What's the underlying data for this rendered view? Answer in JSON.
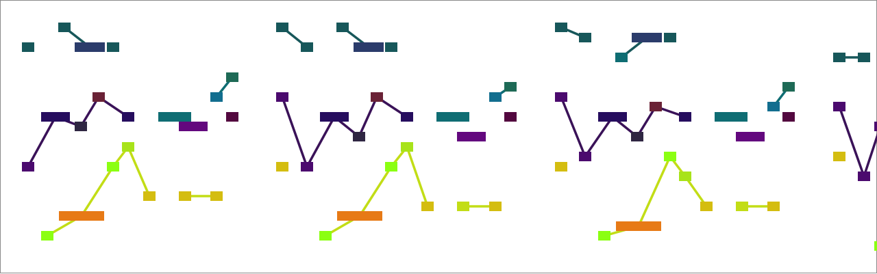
{
  "palette": {
    "teal_dark": "#17575a",
    "navy": "#2b3c6b",
    "indigo": "#260d5e",
    "violet_line": "#3a1258",
    "purple": "#4b0a6e",
    "charcoal": "#2f2642",
    "maroon": "#6a2236",
    "plum": "#53083f",
    "teal": "#0f6d73",
    "ocean": "#126e8f",
    "green_teal": "#1e6a56",
    "magenta": "#63087e",
    "lime": "#8bff12",
    "chartreuse": "#a8e31a",
    "yellow_green": "#c2dd16",
    "mustard": "#d4bd10",
    "orange": "#e77a16"
  },
  "panels": [
    {
      "nodes": [
        {
          "id": "a1",
          "c": "teal_dark"
        },
        {
          "id": "a2",
          "c": "teal_dark"
        },
        {
          "id": "a3",
          "c": "navy"
        },
        {
          "id": "a4",
          "c": "teal_dark"
        },
        {
          "id": "b1",
          "c": "purple"
        },
        {
          "id": "b2",
          "c": "indigo"
        },
        {
          "id": "b3",
          "c": "charcoal"
        },
        {
          "id": "b4",
          "c": "maroon"
        },
        {
          "id": "b5",
          "c": "indigo"
        },
        {
          "id": "b6",
          "c": "teal"
        },
        {
          "id": "b7",
          "c": "magenta"
        },
        {
          "id": "b8",
          "c": "ocean"
        },
        {
          "id": "b9",
          "c": "green_teal"
        },
        {
          "id": "b10",
          "c": "plum"
        },
        {
          "id": "c1",
          "c": "lime"
        },
        {
          "id": "c2",
          "c": "orange"
        },
        {
          "id": "c3",
          "c": "lime"
        },
        {
          "id": "c4",
          "c": "chartreuse"
        },
        {
          "id": "c5",
          "c": "mustard"
        },
        {
          "id": "c6",
          "c": "mustard"
        },
        {
          "id": "c7",
          "c": "mustard"
        }
      ]
    },
    {
      "nodes": [
        {
          "id": "a1",
          "c": "teal_dark"
        },
        {
          "id": "a2",
          "c": "teal_dark"
        },
        {
          "id": "a3",
          "c": "teal_dark"
        },
        {
          "id": "a4",
          "c": "navy"
        },
        {
          "id": "a5",
          "c": "teal_dark"
        },
        {
          "id": "b1",
          "c": "purple"
        },
        {
          "id": "b2",
          "c": "purple"
        },
        {
          "id": "b3",
          "c": "indigo"
        },
        {
          "id": "b4",
          "c": "charcoal"
        },
        {
          "id": "b5",
          "c": "maroon"
        },
        {
          "id": "b6",
          "c": "indigo"
        },
        {
          "id": "b7",
          "c": "teal"
        },
        {
          "id": "b8",
          "c": "magenta"
        },
        {
          "id": "b9",
          "c": "ocean"
        },
        {
          "id": "b10",
          "c": "green_teal"
        },
        {
          "id": "b11",
          "c": "plum"
        },
        {
          "id": "c0",
          "c": "mustard"
        },
        {
          "id": "c1",
          "c": "lime"
        },
        {
          "id": "c2",
          "c": "orange"
        },
        {
          "id": "c3",
          "c": "lime"
        },
        {
          "id": "c4",
          "c": "chartreuse"
        },
        {
          "id": "c5",
          "c": "mustard"
        },
        {
          "id": "c6",
          "c": "yellow_green"
        },
        {
          "id": "c7",
          "c": "mustard"
        }
      ]
    },
    {
      "nodes": [
        {
          "id": "a1",
          "c": "teal_dark"
        },
        {
          "id": "a2",
          "c": "teal_dark"
        },
        {
          "id": "a3",
          "c": "teal"
        },
        {
          "id": "a4",
          "c": "navy"
        },
        {
          "id": "a5",
          "c": "teal_dark"
        },
        {
          "id": "b1",
          "c": "purple"
        },
        {
          "id": "b2",
          "c": "purple"
        },
        {
          "id": "b3",
          "c": "indigo"
        },
        {
          "id": "b4",
          "c": "charcoal"
        },
        {
          "id": "b5",
          "c": "maroon"
        },
        {
          "id": "b6",
          "c": "indigo"
        },
        {
          "id": "b7",
          "c": "teal"
        },
        {
          "id": "b8",
          "c": "magenta"
        },
        {
          "id": "b9",
          "c": "ocean"
        },
        {
          "id": "b10",
          "c": "green_teal"
        },
        {
          "id": "b11",
          "c": "plum"
        },
        {
          "id": "c0",
          "c": "mustard"
        },
        {
          "id": "c1",
          "c": "lime"
        },
        {
          "id": "c2",
          "c": "orange"
        },
        {
          "id": "c3",
          "c": "lime"
        },
        {
          "id": "c4",
          "c": "chartreuse"
        },
        {
          "id": "c5",
          "c": "mustard"
        },
        {
          "id": "c6",
          "c": "yellow_green"
        },
        {
          "id": "c7",
          "c": "mustard"
        }
      ]
    },
    {
      "nodes": [
        {
          "id": "a1",
          "c": "teal_dark"
        },
        {
          "id": "a2",
          "c": "teal_dark"
        },
        {
          "id": "b1",
          "c": "purple"
        },
        {
          "id": "b2",
          "c": "purple"
        },
        {
          "id": "b3",
          "c": "purple"
        },
        {
          "id": "c0",
          "c": "mustard"
        },
        {
          "id": "c1",
          "c": "lime"
        }
      ]
    }
  ]
}
